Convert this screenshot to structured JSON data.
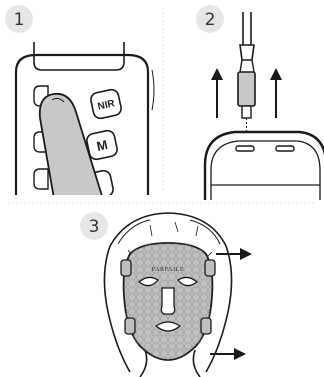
{
  "steps": [
    {
      "number": "1"
    },
    {
      "number": "2"
    },
    {
      "number": "3"
    }
  ],
  "remote": {
    "buttons": [
      {
        "label": "NIR"
      },
      {
        "label": "M"
      }
    ]
  },
  "mask": {
    "brand": "PARFAILE"
  },
  "colors": {
    "badge_fill": "#e6e6e6",
    "mask_fill": "#bfbfbf",
    "line": "#1a1a1a",
    "divider": "#dddddd"
  },
  "icons": [
    "finger-icon",
    "usb-cable-icon",
    "up-arrow-icon",
    "right-arrow-icon",
    "face-mask-icon"
  ]
}
